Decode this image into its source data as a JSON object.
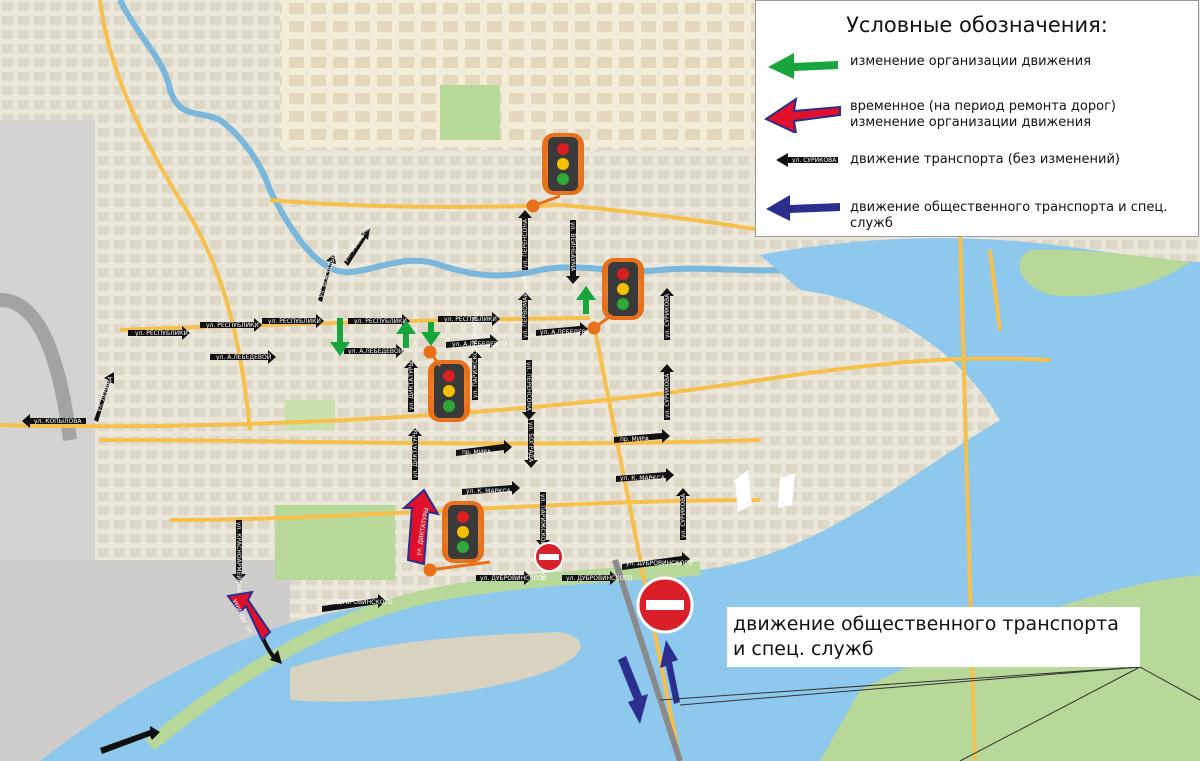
{
  "legend": {
    "title": "Условные обозначения:",
    "items": [
      {
        "symbol": "green-arrow-icon",
        "color": "#18a53b",
        "text": "изменение организации движения"
      },
      {
        "symbol": "red-arrow-icon",
        "color": "#e0102a",
        "outline": "#2b2e8c",
        "text": "временное (на период ремонта дорог) изменение организации движения"
      },
      {
        "symbol": "black-arrow-icon",
        "color": "#111111",
        "arrow_label": "ул. СУРИКОВА",
        "text": "движение транспорта (без изменений)"
      },
      {
        "symbol": "blue-arrow-icon",
        "color": "#2b2e8c",
        "text": "движение общественного транспорта и спец. служб"
      }
    ]
  },
  "callout": {
    "text": "движение общественного транспорта и спец. служб"
  },
  "street_labels": {
    "respubliki_1": "ул. РЕСПУБЛИКИ",
    "respubliki_2": "ул. РЕСПУБЛИКИ",
    "respubliki_3": "ул. РЕСПУБЛИКИ",
    "respubliki_4": "ул. РЕСПУБЛИКИ",
    "respubliki_5": "ул. РЕСПУБЛИКИ",
    "lebedevoy_1": "ул. А.ЛЕБЕДЕВОЙ",
    "lebedevoy_2": "ул. А.ЛЕБЕДЕВОЙ",
    "lebedevoy_3": "ул. А.ЛЕБЕДЕВОЙ",
    "lebedevoy_4": "ул. А.ЛЕБЕДЕВОЙ",
    "kopylova": "ул. КОПЫЛОВА",
    "mira_1": "пр. МИРА",
    "mira_2": "пр. МИРА",
    "marksa_1": "ул. К. МАРКСА",
    "marksa_2": "ул. К. МАРКСА",
    "dubrovinskogo_1": "ул. ДУБРОВИНСКОГО",
    "dubrovinskogo_2": "ул. ДУБРОВИНСКОГО",
    "dubrovinskogo_3": "ул. ДУБРОВИНСКОГО",
    "dubrovinskogo_4": "ул. ДУБРОВИНСКОГО",
    "dubrovinskogo_5": "ул. ДУБРОВИНСКОГО",
    "perenson_1": "ул. ПЕРЕНСОНА",
    "perenson_2": "ул. ПЕРЕНСОНА",
    "veynbauma": "ул. ВЕЙНБАУМА",
    "surikova_1": "ул. СУРИКОВА",
    "surikova_2": "ул. СУРИКОВА",
    "surikova_3": "ул. СУРИКОВА",
    "parizhskoy_1": "ул. ПАРИЖСКОЙ КОММУНЫ",
    "parizhskoy_2": "ул. ПАРИЖСКОЙ КОММУНЫ",
    "diktatury_1": "ул. ДИКТАТУРЫ",
    "diktatury_2": "ул. ДИКТАТУРЫ",
    "krasnoarmeyskaya": "ул. КРАСНОАРМЕЙСКАЯ",
    "oborony": "ул. ОБОРОНЫ",
    "vokzalnaya": "ул. ВОКЗАЛЬНАЯ",
    "lenina": "ул. ЛЕНИНА",
    "perv": "ул. ПЕРВОМАЙСКАЯ",
    "bograda": "ул. БОГРАДА",
    "lenina_2": "ул. ЛЕНИНА",
    "lenina_3": "ул. ЛЕНИНА"
  },
  "colors": {
    "water": "#8ec8ec",
    "land": "#ece9e1",
    "park": "#b8d89a",
    "road_main": "#f6c04b",
    "railway": "#a3a3a3",
    "traffic_light_glow": "#f08a24",
    "no_entry": "#d9202a"
  }
}
